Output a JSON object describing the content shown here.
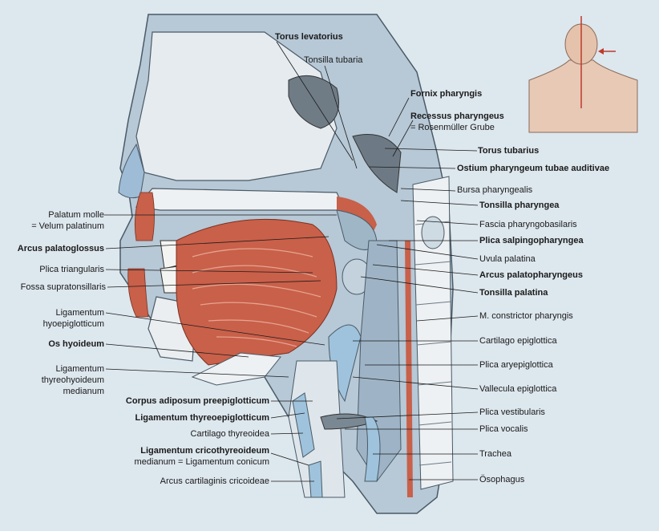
{
  "labels": {
    "torus_levatorius": "Torus levatorius",
    "tonsilla_tubaria": "Tonsilla tubaria",
    "fornix_pharyngis": "Fornix pharyngis",
    "recessus_1": "Recessus pharyngeus",
    "recessus_2": "= Rosenmüller Grube",
    "torus_tubarius": "Torus tubarius",
    "ostium": "Ostium pharyngeum tubae auditivae",
    "bursa": "Bursa pharyngealis",
    "tonsilla_pharyngea": "Tonsilla pharyngea",
    "fascia": "Fascia pharyngobasilaris",
    "plica_salpingo": "Plica salpingopharyngea",
    "uvula": "Uvula palatina",
    "arcus_palatopharyngeus": "Arcus palatopharyngeus",
    "tonsilla_palatina": "Tonsilla palatina",
    "constrictor": "M. constrictor pharyngis",
    "cartilago_epiglottica": "Cartilago epiglottica",
    "plica_aryepiglottica": "Plica aryepiglottica",
    "vallecula": "Vallecula epiglottica",
    "plica_vestibularis": "Plica vestibularis",
    "plica_vocalis": "Plica vocalis",
    "trachea": "Trachea",
    "oesophagus": "Ösophagus",
    "palatum_1": "Palatum molle",
    "palatum_2": "= Velum palatinum",
    "arcus_palatoglossus": "Arcus palatoglossus",
    "plica_triangularis": "Plica triangularis",
    "fossa": "Fossa supratonsillaris",
    "lig_hyoepi_1": "Ligamentum",
    "lig_hyoepi_2": "hyoepiglotticum",
    "os_hyoideum": "Os hyoideum",
    "lig_thyreohy_1": "Ligamentum",
    "lig_thyreohy_2": "thyreohyoideum",
    "lig_thyreohy_3": "medianum",
    "corpus": "Corpus adiposum preepiglotticum",
    "lig_thyreoepi": "Ligamentum thyreoepiglotticum",
    "cartilago_thyreoidea": "Cartilago thyreoidea",
    "lig_crico_1": "Ligamentum cricothyreoideum",
    "lig_crico_2": "medianum = Ligamentum conicum",
    "arcus_crico": "Arcus cartilaginis cricoideae"
  },
  "colors": {
    "background": "#dde7ee",
    "muscle": "#c8604a",
    "bone": "#e9edf0",
    "mucosa": "#a9bccb",
    "cartilage": "#9fc3dc"
  }
}
